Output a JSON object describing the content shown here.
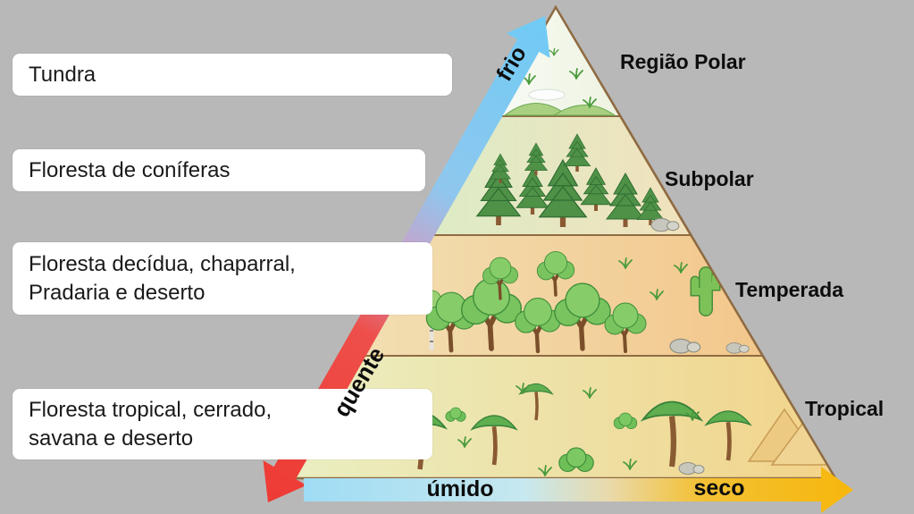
{
  "biome_cards": {
    "items": [
      "Tundra",
      "Floresta de coníferas",
      "Floresta decídua, chaparral,\nPradaria e deserto",
      "Floresta tropical, cerrado,\nsavana e deserto"
    ]
  },
  "zones": [
    {
      "name": "Região Polar"
    },
    {
      "name": "Subpolar"
    },
    {
      "name": "Temperada"
    },
    {
      "name": "Tropical"
    }
  ],
  "axes": {
    "temperature": {
      "cold": "frio",
      "hot": "quente"
    },
    "humidity": {
      "humid": "úmido",
      "dry": "seco"
    }
  },
  "colors": {
    "background": "#b8b8b8",
    "arrow_cold": "#6fcbf5",
    "arrow_hot": "#ee3a34",
    "arrow_humid": "#9fdcf4",
    "arrow_dry": "#f6b70c",
    "band_outline": "#8f6b42"
  }
}
